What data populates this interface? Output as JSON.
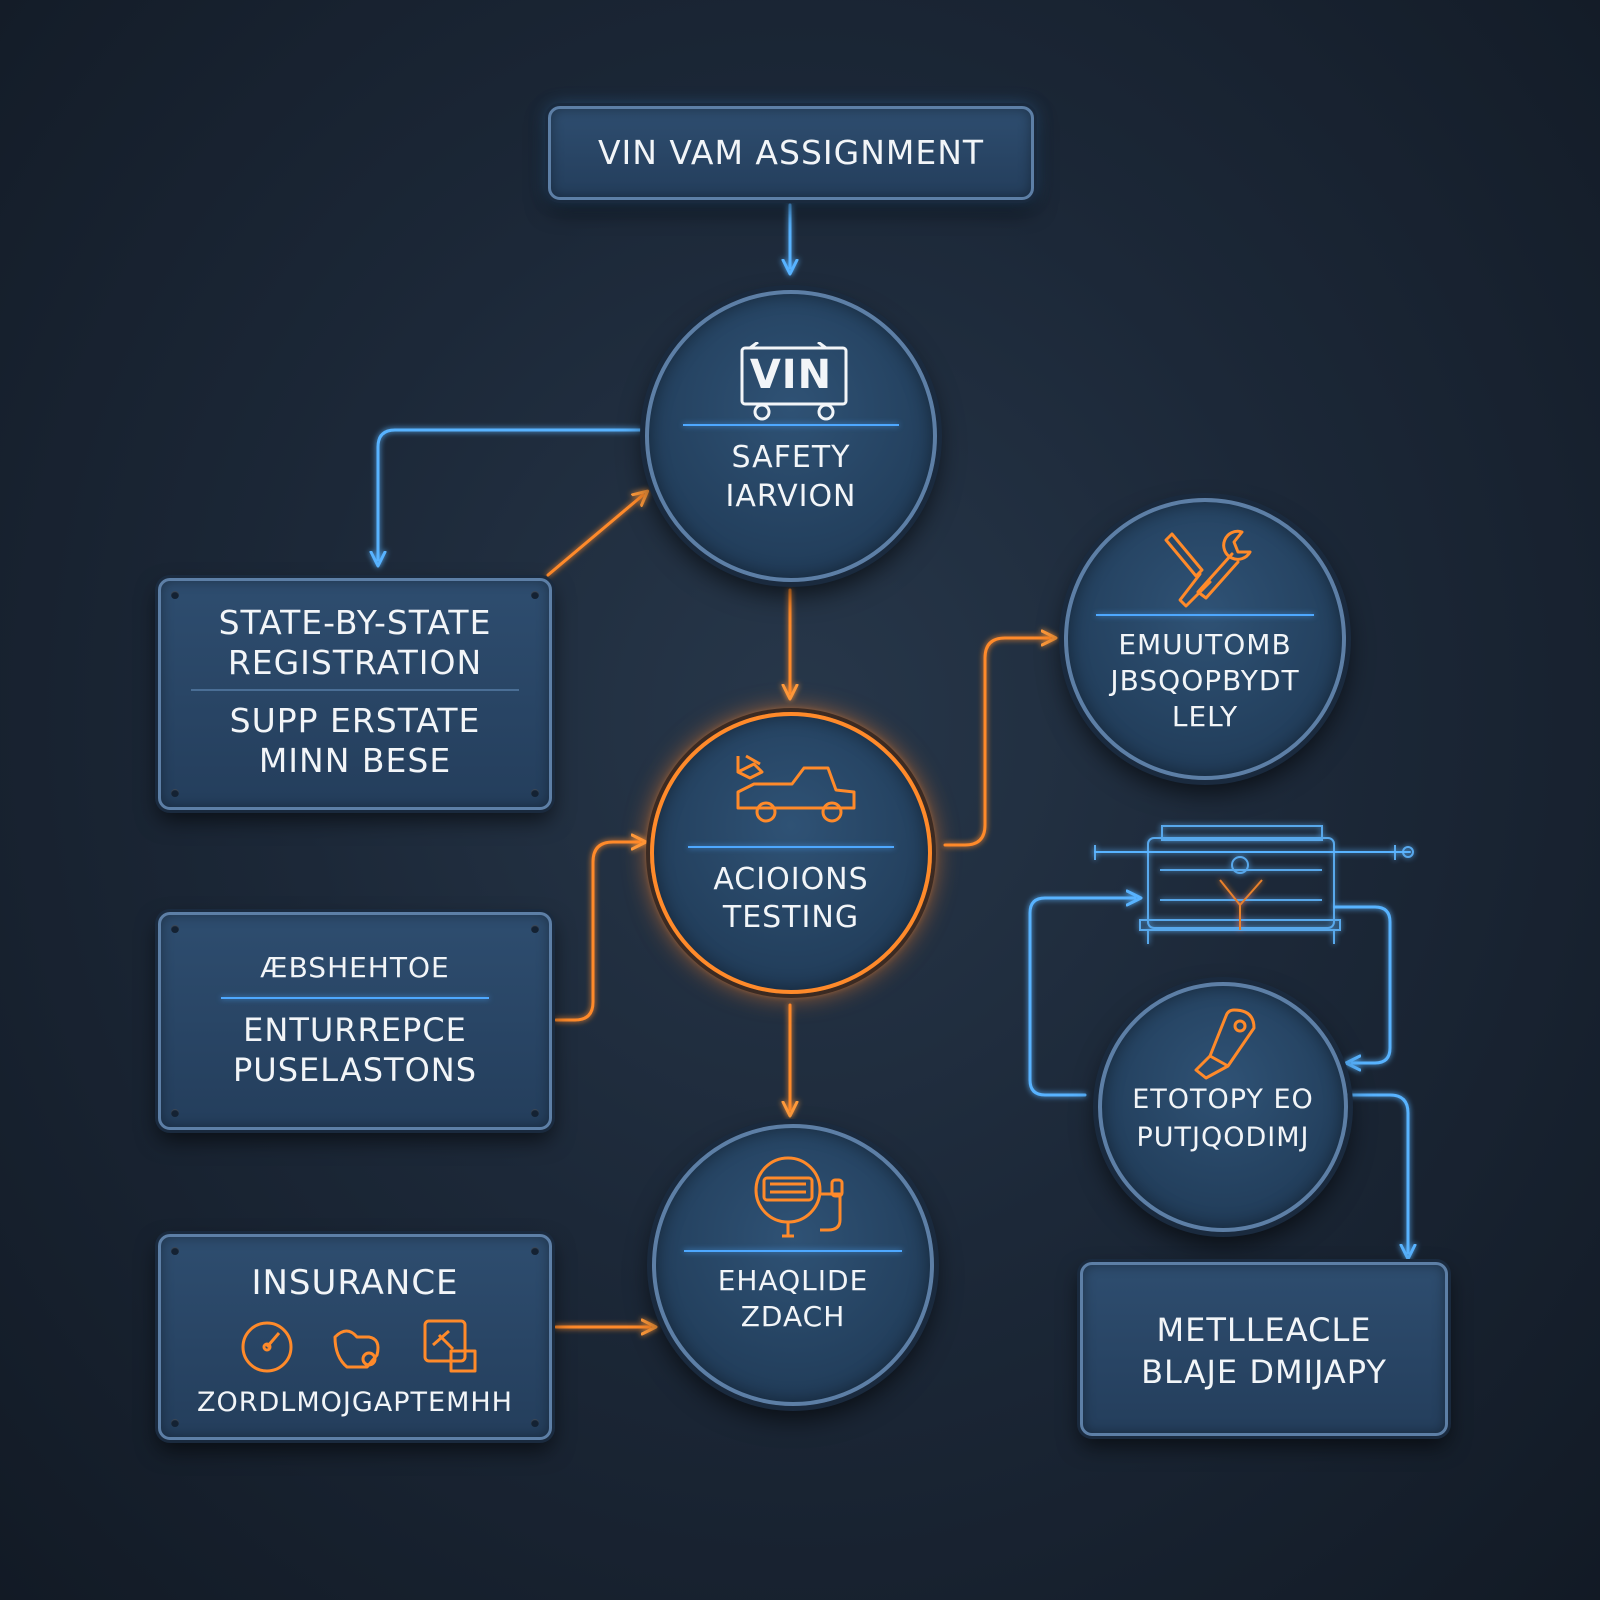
{
  "colors": {
    "background": "#1c2838",
    "panel": "#2a4668",
    "panel_border": "#5d7fa6",
    "orange_accent": "#ff8a2a",
    "blue_accent": "#4ea8ff",
    "text": "#f2f5f8"
  },
  "top_box": {
    "label": "VIN VAM ASSIGNMENT"
  },
  "safety_inspection": {
    "badge": "VIN",
    "line1": "SAFETY",
    "line2": "IARVION",
    "icon": "vin-truck-icon"
  },
  "registration_box": {
    "line1": "STATE-BY-STATE",
    "line2": "REGISTRATION",
    "line3": "SUPP ERSTATE",
    "line4": "MINN BESE"
  },
  "emissions": {
    "line1": "ACIOIONS",
    "line2": "TESTING",
    "icon": "pickup-truck-icon"
  },
  "repair_circle": {
    "line1": "EMUUTOMB",
    "line2": "JBSQOPBYDT",
    "line3": "LELY",
    "icon": "tools-icon"
  },
  "regulations_box": {
    "line1": "ÆBSHEHTOE",
    "line2": "ENTURREPCE",
    "line3": "PUSELASTONS"
  },
  "insurance_box": {
    "title": "INSURANCE",
    "footer": "ZORDLMOJGAPTEMHH",
    "icons": [
      "speedometer-icon",
      "hand-icon",
      "document-hand-icon"
    ]
  },
  "bottom_circle": {
    "line1": "EHAQLIDE",
    "line2": "ZDACH",
    "icon": "gauge-icon"
  },
  "device_circle": {
    "line1": "ETOTOPY EO",
    "line2": "PUTJQODIMJ",
    "icon": "key-fob-icon"
  },
  "final_box": {
    "line1": "METLLEACLE",
    "line2": "BLAJE DMIJAPY"
  },
  "blueprint": {
    "icon": "blueprint-machine-icon"
  }
}
